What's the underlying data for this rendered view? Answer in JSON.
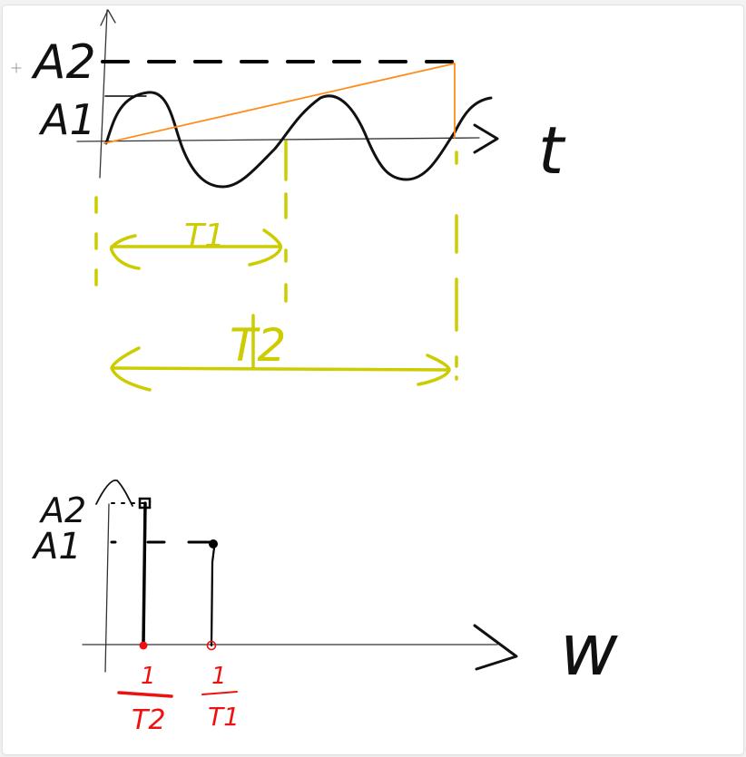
{
  "time_plot": {
    "amplitude_high_label": "A2",
    "amplitude_low_label": "A1",
    "axis_label": "t",
    "period_short_label": "T1",
    "period_long_label": "T2"
  },
  "spectrum_plot": {
    "amplitude_high_label": "A2",
    "amplitude_low_label": "A1",
    "axis_label": "w",
    "tick_long_period": {
      "numerator": "1",
      "denominator": "T2"
    },
    "tick_short_period": {
      "numerator": "1",
      "denominator": "T1"
    }
  },
  "colors": {
    "ink": "#000000",
    "axis": "#333333",
    "period_marks": "#cccc00",
    "envelope": "#ff8c1a",
    "spectrum_ticks": "#ee1111",
    "canvas": "#ffffff",
    "background": "#f2f2f2"
  }
}
